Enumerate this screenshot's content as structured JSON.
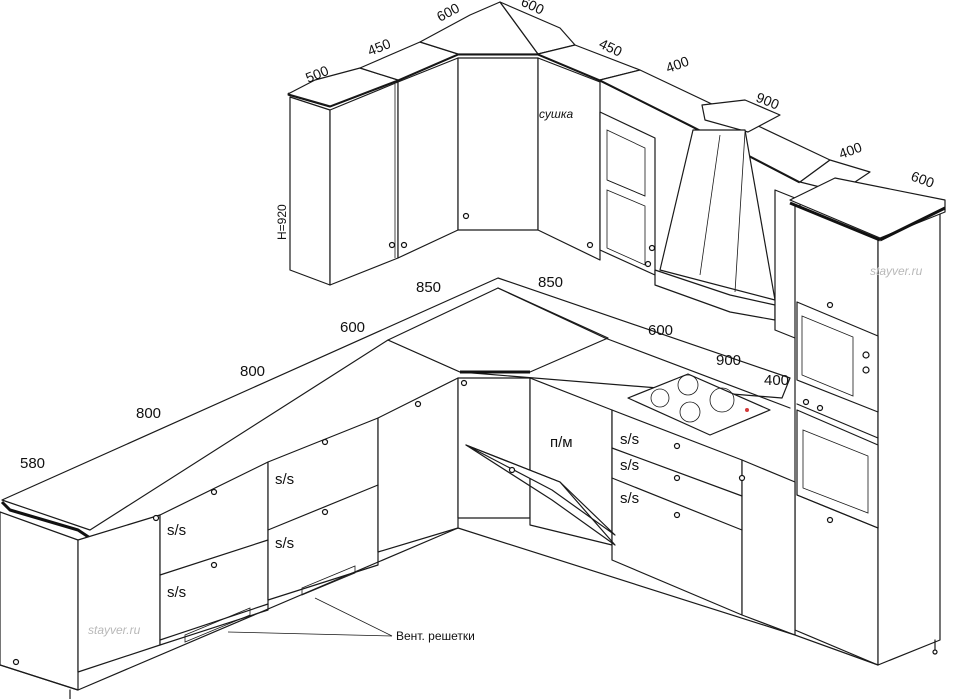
{
  "upper_dims": {
    "d500": "500",
    "d450a": "450",
    "d600a": "600",
    "d600b": "600",
    "d450b": "450",
    "d400a": "400",
    "d900": "900",
    "d400b": "400",
    "d600c": "600"
  },
  "height_label": "H=920",
  "dryer_label": "сушка",
  "lower_dims": {
    "d580": "580",
    "d800a": "800",
    "d800b": "800",
    "d600a": "600",
    "d850a": "850",
    "d850b": "850",
    "d600b": "600",
    "d900": "900",
    "d400": "400"
  },
  "drawer_labels": [
    "s/s",
    "s/s",
    "s/s",
    "s/s",
    "s/s",
    "s/s",
    "s/s"
  ],
  "dishwasher_label": "п/м",
  "vent_label": "Вент. решетки",
  "watermarks": [
    "stayver.ru",
    "stayver.ru"
  ]
}
